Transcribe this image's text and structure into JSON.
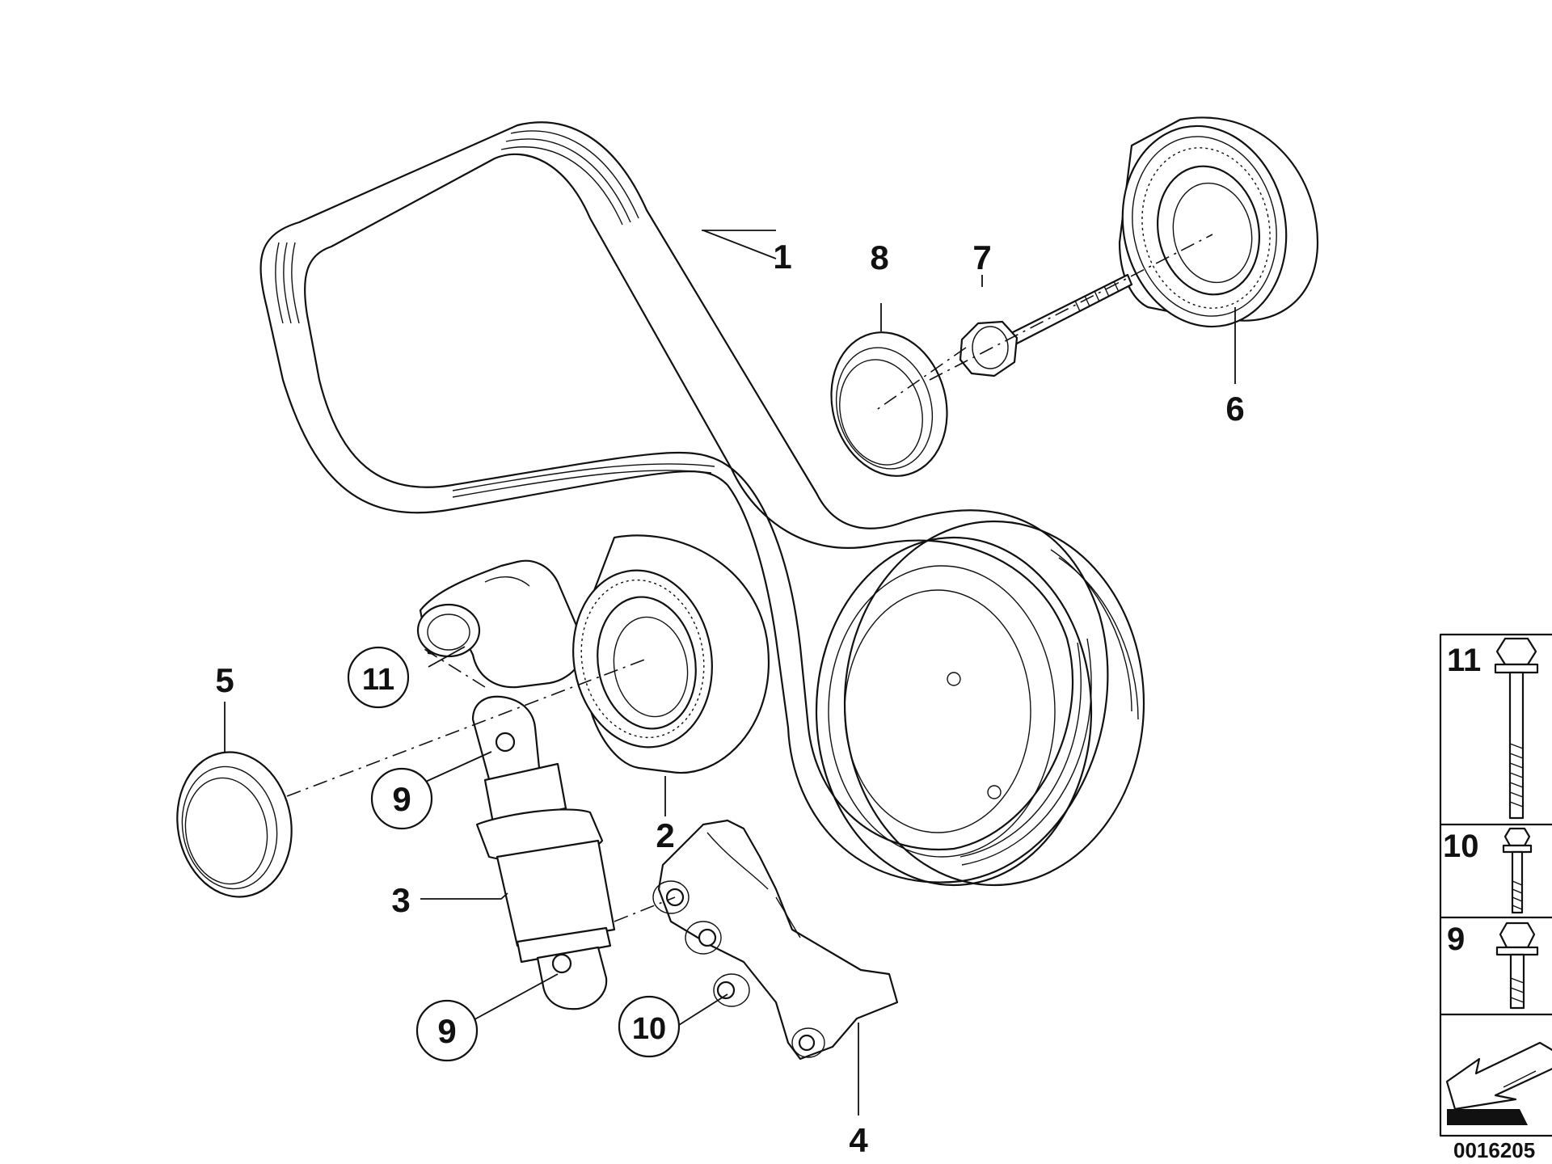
{
  "diagram": {
    "callouts": [
      {
        "id": "c1",
        "label": "1",
        "circled": false
      },
      {
        "id": "c2",
        "label": "2",
        "circled": false
      },
      {
        "id": "c3",
        "label": "3",
        "circled": false
      },
      {
        "id": "c4",
        "label": "4",
        "circled": false
      },
      {
        "id": "c5",
        "label": "5",
        "circled": false
      },
      {
        "id": "c6",
        "label": "6",
        "circled": false
      },
      {
        "id": "c7",
        "label": "7",
        "circled": false
      },
      {
        "id": "c8",
        "label": "8",
        "circled": false
      },
      {
        "id": "c9a",
        "label": "9",
        "circled": true
      },
      {
        "id": "c9b",
        "label": "9",
        "circled": true
      },
      {
        "id": "c10",
        "label": "10",
        "circled": true
      },
      {
        "id": "c11",
        "label": "11",
        "circled": true
      }
    ],
    "legend": [
      {
        "label": "11",
        "icon": "long-flange-bolt-icon"
      },
      {
        "label": "10",
        "icon": "torx-bolt-icon"
      },
      {
        "label": "9",
        "icon": "hex-bolt-icon"
      }
    ],
    "legend_arrow_icon": "direction-arrow-icon",
    "document_number": "0016205"
  }
}
